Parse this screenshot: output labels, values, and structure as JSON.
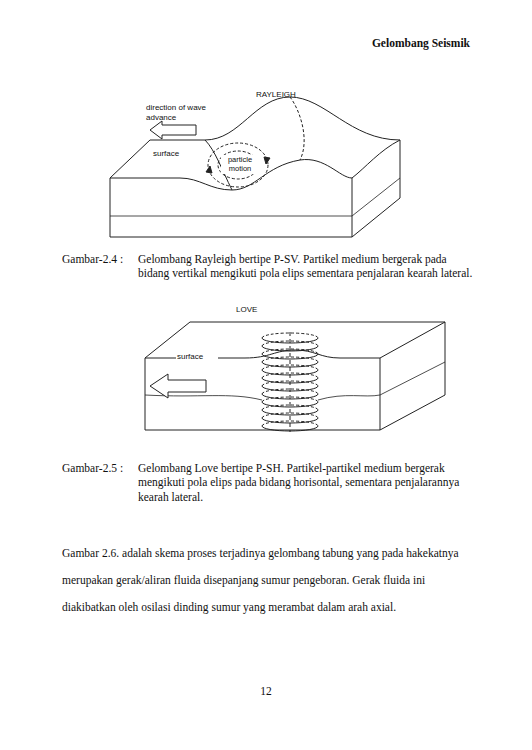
{
  "diagram": {
    "labels": [
      "Gelombang Seismik",
      "RAYLEIGH",
      "direction of wave advance",
      "surface",
      "particle motion",
      "Gambar-2.4 :",
      "Gelombang Rayleigh bertipe P-SV. Partikel medium bergerak pada bidang vertikal mengikuti pola elips sementara penjalaran kearah lateral.",
      "LOVE",
      "surface",
      "Gambar-2.5 :",
      "Gelombang Love bertipe P-SH. Partikel-partikel medium bergerak mengikuti pola elips pada bidang horisontal, sementara penjalarannya kearah lateral.",
      "Gambar 2.6. adalah skema proses terjadinya gelombang tabung yang pada hakekatnya merupakan gerak/aliran fluida disepanjang sumur pengeboran. Gerak fluida ini diakibatkan oleh osilasi dinding sumur yang merambat dalam arah axial.",
      "12"
    ]
  }
}
